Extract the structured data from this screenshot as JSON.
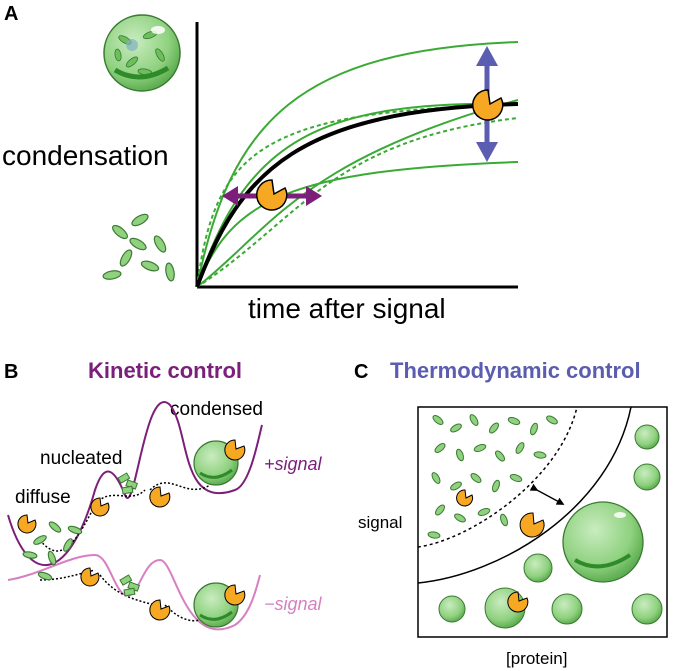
{
  "panel_a": {
    "letter": "A",
    "y_label": "condensation",
    "x_label": "time after signal"
  },
  "panel_b": {
    "letter": "B",
    "title": "Kinetic control",
    "labels": {
      "condensed": "condensed",
      "nucleated": "nucleated",
      "diffuse": "diffuse",
      "plus_signal": "+signal",
      "minus_signal": "−signal"
    }
  },
  "panel_c": {
    "letter": "C",
    "title": "Thermodynamic control",
    "y_label": "signal",
    "x_label": "[protein]"
  },
  "colors": {
    "green_curve": "#3aaa35",
    "black_curve": "#000000",
    "kinetic_purple": "#7b1f7a",
    "thermo_blue": "#5a5db0",
    "minus_pink": "#d77fc2",
    "enzyme_orange": "#f7a823",
    "droplet_green": "#8fd17f"
  }
}
